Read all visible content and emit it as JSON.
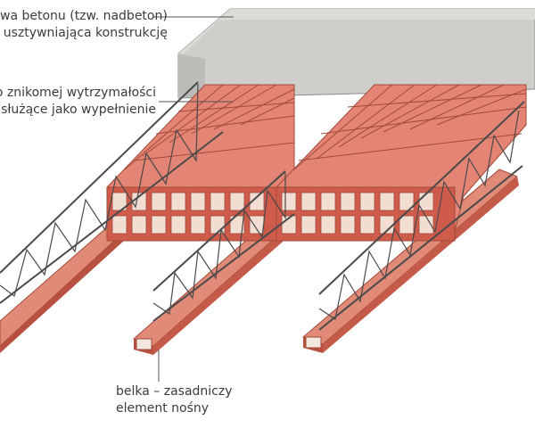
{
  "labels": {
    "concrete": {
      "line1": "wa betonu (tzw. nadbeton)",
      "line2": "usztywniająca konstrukcję"
    },
    "blocks": {
      "line1": "o znikomej wytrzymałości",
      "line2": "służące jako wypełnienie"
    },
    "beam": {
      "line1": "belka – zasadniczy",
      "line2": "element nośny"
    }
  },
  "colors": {
    "concrete": "#c9c8c5",
    "brick_top": "#e48474",
    "brick_side": "#cf5b4a",
    "brick_dark": "#b34535",
    "beam_base": "#e08a77",
    "truss": "#4a4a4a",
    "leader": "#555555"
  }
}
